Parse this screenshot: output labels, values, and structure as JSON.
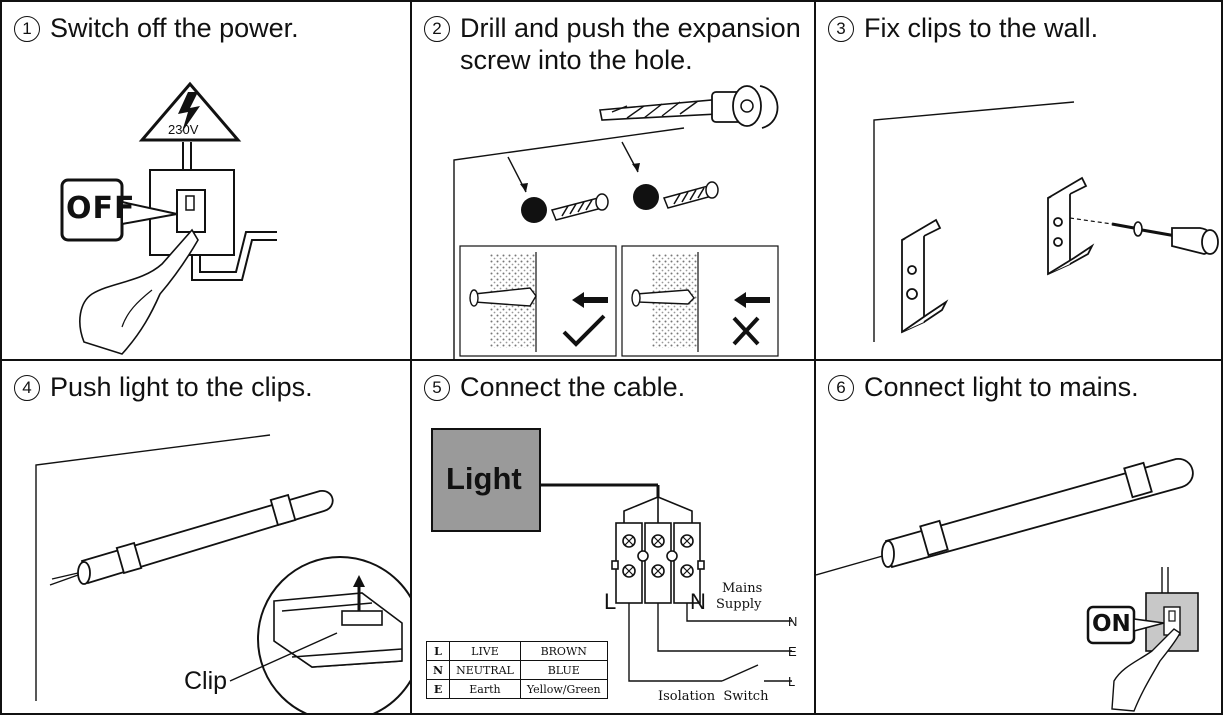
{
  "steps": [
    {
      "num": "1",
      "title": "Switch off the power."
    },
    {
      "num": "2",
      "title": "Drill and push the expansion\nscrew into the hole."
    },
    {
      "num": "3",
      "title": "Fix clips to the wall."
    },
    {
      "num": "4",
      "title": "Push light to the clips."
    },
    {
      "num": "5",
      "title": "Connect the cable."
    },
    {
      "num": "6",
      "title": "Connect light to mains."
    }
  ],
  "labels": {
    "voltage": "230V",
    "off": "OFF",
    "on": "ON",
    "clip": "Clip",
    "light": "Light",
    "mains": "Mains",
    "supply": "Supply",
    "isolation_switch": "Isolation  Switch",
    "terminal_l": "L",
    "terminal_n": "N",
    "line_n": "N",
    "line_e": "E",
    "line_l": "L"
  },
  "wiring_legend": [
    {
      "code": "L",
      "name": "LIVE",
      "color": "BROWN"
    },
    {
      "code": "N",
      "name": "NEUTRAL",
      "color": "BLUE"
    },
    {
      "code": "E",
      "name": "Earth",
      "color": "Yellow/Green"
    }
  ],
  "colors": {
    "light_box": "#9a9a9a",
    "switch_plate": "#c8c8c8"
  }
}
